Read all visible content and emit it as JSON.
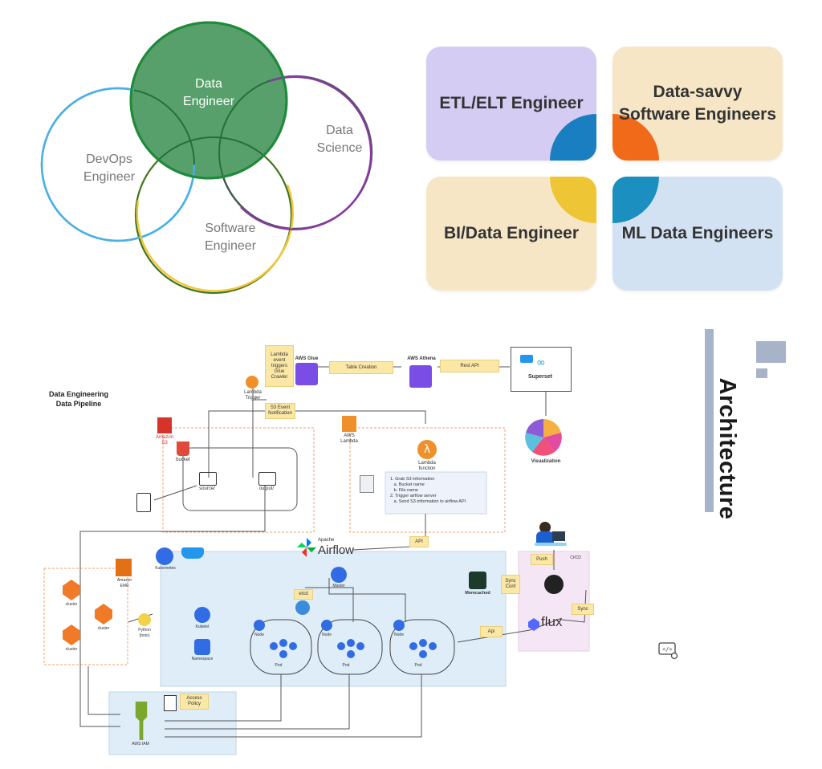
{
  "venn": {
    "labels": {
      "data_engineer": "Data\nEngineer",
      "data_science": "Data\nScience",
      "devops": "DevOps\nEngineer",
      "software": "Software\nEngineer"
    },
    "colors": {
      "data_engineer": "#1f8a3a",
      "data_science": "#8a3aa0",
      "devops": "#4ab0e6",
      "software": "#f2c73a"
    }
  },
  "tiles": [
    {
      "label": "ETL/ELT Engineer",
      "bg": "#d4ccf2",
      "accent": "#1a7fc0"
    },
    {
      "label": "Data-savvy\nSoftware Engineers",
      "bg": "#f6e6c6",
      "accent": "#f06a1a"
    },
    {
      "label": "BI/Data Engineer",
      "bg": "#f6e6c6",
      "accent": "#eec534"
    },
    {
      "label": "ML Data Engineers",
      "bg": "#d3e2f2",
      "accent": "#1a8fc0"
    }
  ],
  "pipeline": {
    "title": "Data Engineering\nData Pipeline",
    "nodes": {
      "lambda_trigger": "Lambda\nTrigger",
      "lambda_event": "Lambda\nevent\ntriggers\nGlue\nCrawler",
      "aws_glue": "AWS Glue",
      "table_creation": "Table Creation",
      "aws_athena": "AWS Athena",
      "rest_api": "Rest API",
      "superset": "Superset",
      "visualization": "Visualization",
      "s3_event": "S3 Event\nNotification",
      "amazon_s3": "Amazon\nS3",
      "bucket": "bucket",
      "source": "source/",
      "output": "output/",
      "aws_lambda": "AWS\nLambda",
      "lambda_function": "Lambda\nfunction",
      "lambda_steps": [
        "1. Grab S3 information",
        "   a. Bucket name",
        "   b. File name",
        "2. Trigger airflow server",
        "   a. Send S3 information to airflow API"
      ],
      "api": "API",
      "apache": "Apache",
      "airflow": "Airflow",
      "kubernetes": "Kubernetes",
      "amazon_emr": "Amazon\nEMR",
      "cluster1": "cluster",
      "cluster2": "cluster",
      "cluster3": "cluster",
      "python": "Python\n(boto)",
      "etcd": "etcd",
      "master": "Master",
      "kubelet": "Kubelet",
      "namespace": "Namespace",
      "node": "Node",
      "pod": "Pod",
      "memcached": "Memcached",
      "sync_conf": "Sync\nConf",
      "push": "Push",
      "cicd": "CI/CD",
      "sync": "Sync",
      "api2": "Api",
      "flux": "flux",
      "access_policy": "Access\nPolicy",
      "aws_iam": "AWS IAM"
    }
  },
  "architecture": {
    "title": "Architecture",
    "bar_color": "#a7b3c9"
  }
}
